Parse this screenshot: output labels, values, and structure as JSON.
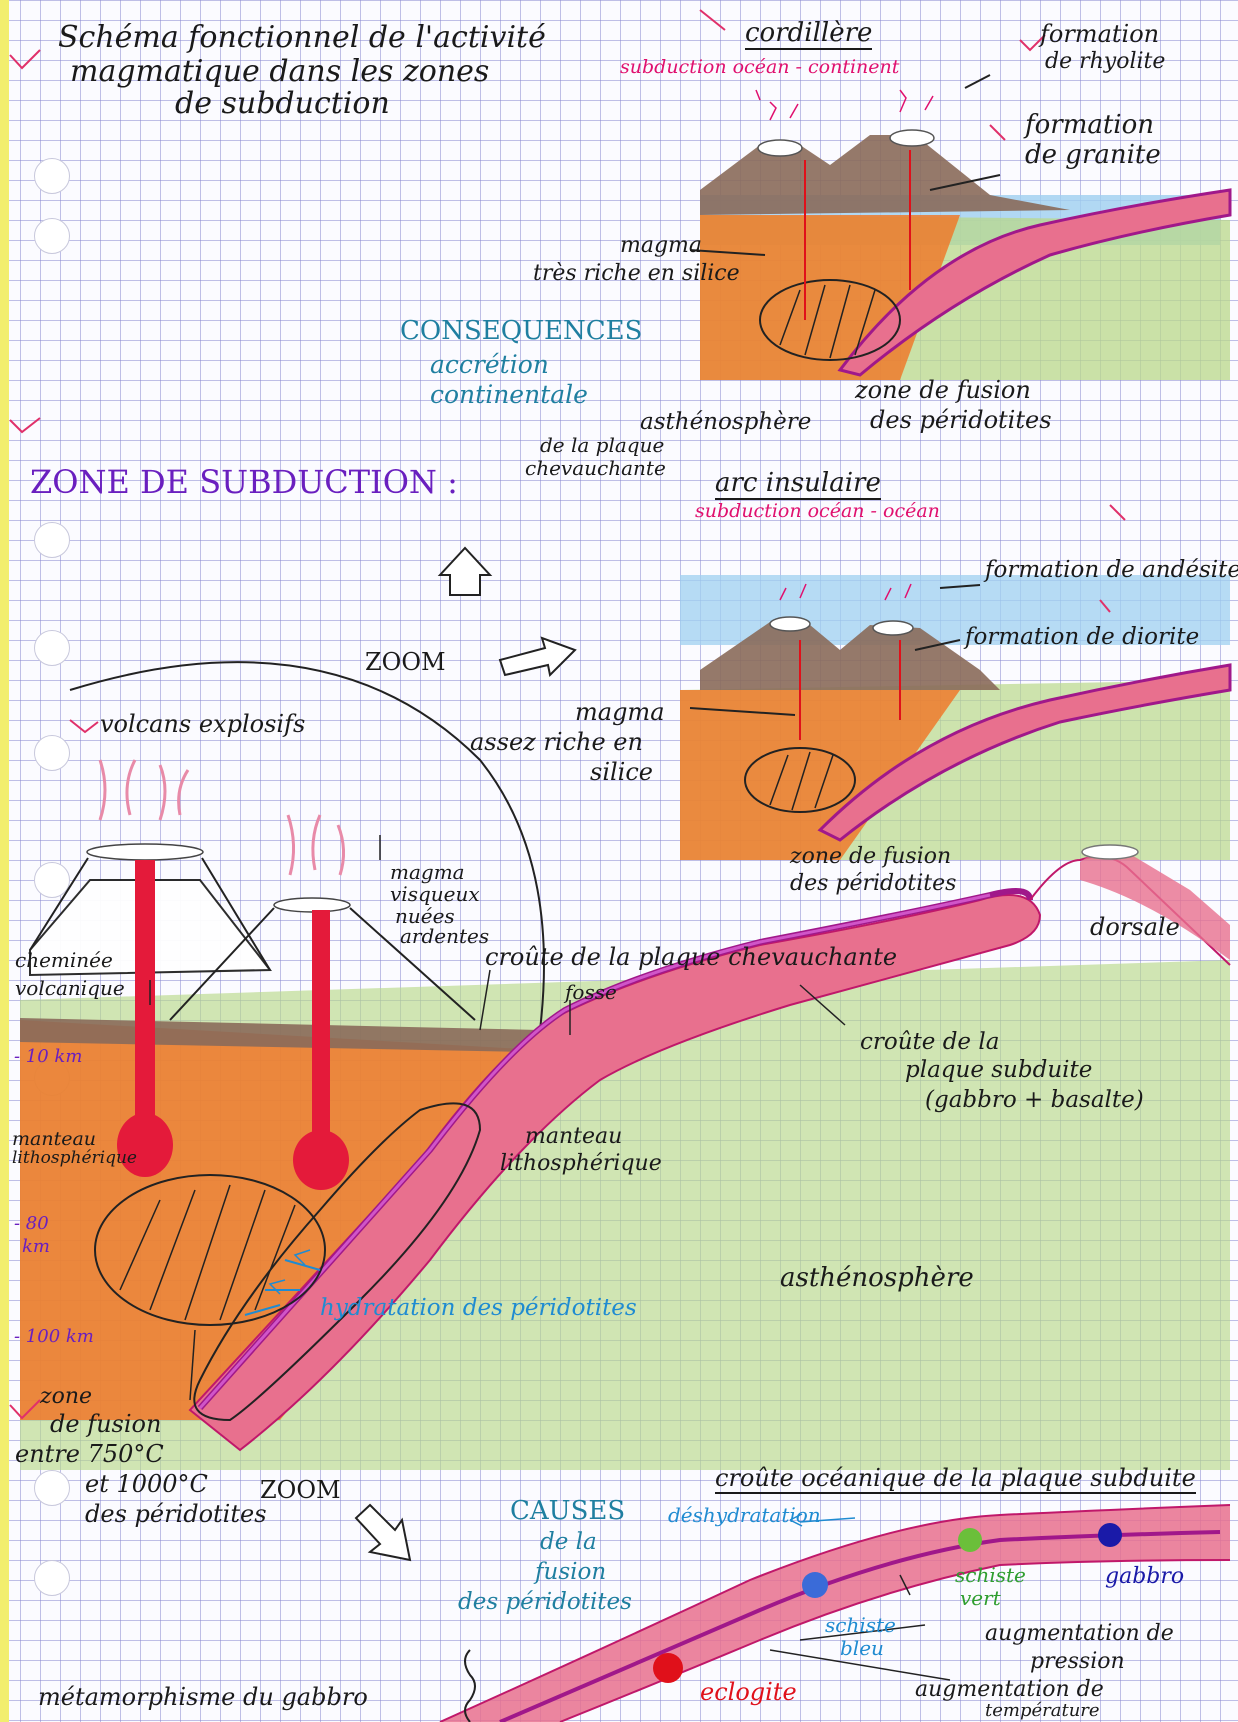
{
  "title": {
    "line1": "Schéma fonctionnel de l'activité",
    "line2": "magmatique dans les zones",
    "line3": "de subduction"
  },
  "cordillere": {
    "heading": "cordillère",
    "subtitle": "subduction océan - continent",
    "formation_rhyolite": [
      "formation",
      "de rhyolite"
    ],
    "formation_granite": [
      "formation",
      "de granite"
    ],
    "magma": [
      "magma",
      "très riche en silice"
    ],
    "fusion": [
      "zone de fusion",
      "des péridotites"
    ],
    "asthenosphere": [
      "asthénosphère",
      "de la plaque",
      "chevauchante"
    ]
  },
  "consequences": {
    "heading": "CONSEQUENCES",
    "text": [
      "accrétion",
      "continentale"
    ]
  },
  "zone_title": "ZONE DE SUBDUCTION :",
  "arc": {
    "heading": "arc insulaire",
    "subtitle": "subduction océan - océan",
    "formation_andesite": "formation de andésite",
    "formation_diorite": "formation de diorite",
    "magma": [
      "magma",
      "assez riche en",
      "silice"
    ],
    "fusion": [
      "zone de fusion",
      "des péridotites"
    ]
  },
  "zoom_labels": [
    "ZOOM",
    "ZOOM"
  ],
  "main": {
    "volcans": "volcans explosifs",
    "magma_visqueux": [
      "magma",
      "visqueux",
      "nuées",
      "ardentes"
    ],
    "cheminee": [
      "cheminée",
      "volcanique"
    ],
    "croute_chevauchante": "croûte de la plaque chevauchante",
    "fosse": "fosse",
    "dorsale": "dorsale",
    "croute_subduite": [
      "croûte de la",
      "plaque subduite",
      "(gabbro + basalte)"
    ],
    "manteau_top": [
      "manteau",
      "lithosphérique"
    ],
    "manteau_left": [
      "manteau",
      "lithosphérique"
    ],
    "asthenosphere": "asthénosphère",
    "depths": [
      "- 10 km",
      "- 80",
      "km",
      "- 100 km"
    ],
    "hydratation": "hydratation des péridotites",
    "fusion_zone": [
      "zone",
      "de fusion",
      "entre 750°C",
      "et 1000°C",
      "des péridotites"
    ]
  },
  "causes": {
    "heading": "CAUSES",
    "text": [
      "de la",
      "fusion",
      "des péridotites"
    ],
    "croute_oceanique": "croûte océanique de la plaque subduite",
    "deshydratation": "déshydratation",
    "schiste_vert": [
      "schiste",
      "vert"
    ],
    "gabbro": "gabbro",
    "schiste_bleu": [
      "schiste",
      "bleu"
    ],
    "eclogite": "eclogite",
    "pression": [
      "augmentation de",
      "pression"
    ],
    "temperature": [
      "augmentation de",
      "température"
    ],
    "metamorphisme": "métamorphisme du gabbro"
  },
  "colors": {
    "ink": "#1a1a1a",
    "pink_text": "#e0106e",
    "slab": "#e8708e",
    "slab_edge": "#a0188a",
    "mantle": "#ee7a2c",
    "volcano": "#8a6a5a",
    "asthenosphere": "#b9d88a",
    "sky": "#9fd0f0",
    "hydratation_blue": "#1f8bd1"
  },
  "icons": [
    "hole-punch-icon",
    "check-mark-icon",
    "zoom-arrow-icon",
    "volcano-icon"
  ]
}
